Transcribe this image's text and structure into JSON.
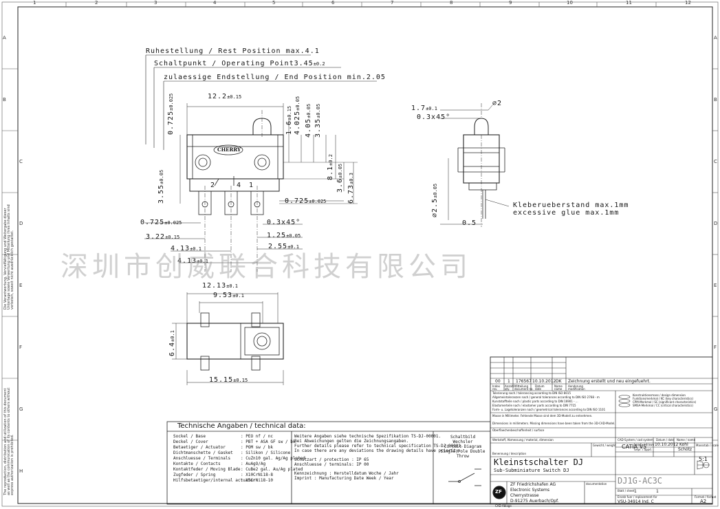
{
  "watermark": "深圳市创威联合科技有限公司",
  "grid": {
    "columns": [
      "1",
      "2",
      "3",
      "4",
      "5",
      "6",
      "7",
      "8",
      "9",
      "10",
      "11",
      "12"
    ],
    "rows": [
      "A",
      "B",
      "C",
      "D",
      "E",
      "F",
      "G",
      "H"
    ]
  },
  "side_notes": {
    "left_top": "Die Verantwortung, Vervielfältigung und Weitergabe dieser Unterlage sowie Verwertung und Mitteilung ihres Inhalts sind verboten, soweit nicht ausdrücklich gestattet.",
    "left_bottom": "The reproduction, distribution and utilization of this document as well as the communication of its contents to others without express authorization is prohibited."
  },
  "position_labels": {
    "rest": "Ruhestellung / Rest Position max.4.1",
    "operating_prefix": "Schaltpunkt / Operating Point",
    "operating_value": "3.45",
    "operating_tol": "±0.2",
    "end": "zulaessige Endstellung / End Position min.2.05"
  },
  "front_view": {
    "logo": "CHERRY",
    "pins": [
      "2",
      "4",
      "1"
    ],
    "dims": {
      "width_top": "12.2",
      "width_top_tol": "±0.15",
      "v_0725": "0.725",
      "v_0725_tol": "±0.025",
      "v_16": "1.6",
      "v_16_tol": "±0.15",
      "v_4025": "4.025",
      "v_4025_tol": "±0.05",
      "v_405": "4.05",
      "v_405_tol": "±0.05",
      "v_335": "3.35",
      "v_335_tol": "±0.05",
      "v_81": "8.1",
      "v_81_tol": "±0.2",
      "v_36": "3.6",
      "v_36_tol": "±0.05",
      "v_673": "6.73",
      "v_673_tol": "±0.3",
      "v_355": "3.55",
      "v_355_tol": "±0.05",
      "h_0725_right": "0.725",
      "h_0725_right_tol": "±0.025",
      "h_0725_left": "0.725",
      "h_0725_left_tol": "±0.025",
      "chamfer": "0.3x45°",
      "h_322": "3.22",
      "h_322_tol": "±0.15",
      "h_125": "1.25",
      "h_125_tol": "±0.05",
      "h_413a": "4.13",
      "h_413a_tol": "±0.1",
      "h_255": "2.55",
      "h_255_tol": "±0.1",
      "h_413b": "4.13",
      "h_413b_tol": "±0.1"
    }
  },
  "side_view": {
    "dims": {
      "d_17": "1.7",
      "d_17_tol": "±0.1",
      "chamfer": "0.3x45°",
      "diameter": "∅2",
      "d_25": "∅2.5",
      "d_25_tol": "±0.05",
      "d_05": "0.5"
    },
    "glue_de": "Kleberueberstand max.1mm",
    "glue_en": "excessive glue    max.1mm"
  },
  "top_view": {
    "dims": {
      "w_1213": "12.13",
      "w_1213_tol": "±0.1",
      "w_953": "9.53",
      "w_953_tol": "±0.1",
      "h_64": "6.4",
      "h_64_tol": "±0.1",
      "w_1515": "15.15",
      "w_1515_tol": "±0.15"
    }
  },
  "tech_data": {
    "title": "Technische Angaben / technical data:",
    "rows": [
      {
        "label": "Sockel / Base",
        "value": ": PEO nf / nc"
      },
      {
        "label": "Deckel / Cover",
        "value": ": PBT + ASA GF sw / bk"
      },
      {
        "label": "Betaetiger / Actuator",
        "value": ": POM sw / bk"
      },
      {
        "label": "Dichtmanschette / Gasket",
        "value": ": Silikon / Silicone"
      },
      {
        "label": "Anschluesse / Terminals",
        "value": ": CuZn10 gal. Ag/Ag plated"
      },
      {
        "label": "Kontakte / Contacts",
        "value": ": AuAgO/Ag"
      },
      {
        "label": "Kontaktfeder / Moving Blade",
        "value": ": CuBe2 gal. Au/Ag plated"
      },
      {
        "label": "Zugfeder / Spring",
        "value": ": X10CrNi18-8"
      },
      {
        "label": "Hilfsbetaetiger/internal actuator",
        "value": ": X5CrNi18-10"
      }
    ],
    "notes": [
      "Weitere Angaben siehe technische Spezifikation TS-DJ-00001.",
      "Bei Abweichungen gelten die Zeichnungsangaben.",
      "Further details please refer to technical specification TS-DJ-00001.",
      "In case there are any deviations the drawing details have priority."
    ],
    "protection": "Schutzart / protection : IP 65",
    "terminals": "Anschluesse / terminals: IP 00",
    "marking": "Kennzeichnung   : Herstelldatum Woche / Jahr",
    "imprint": "Imprint         : Manufacturing Date Week / Year",
    "circuit": [
      "Schaltbild",
      "Wechsler",
      "Circuit Diagram",
      "Single Pole Double Throw"
    ]
  },
  "title_block": {
    "rev_index": "00",
    "rev_count": "1",
    "rev_doc": "176567",
    "rev_date": "10.10.2012",
    "rev_name": "DK",
    "rev_text": "Zeichnung erstellt und neu eingefuehrt.",
    "rev_headers": [
      "Index",
      "Anzahl",
      "Mitteilung",
      "Datum",
      "Name",
      "Aenderung"
    ],
    "rev_headers_en": [
      "rev.",
      "qty.",
      "document no.",
      "date",
      "name",
      "modification"
    ],
    "tolerance_notes": [
      "Tolerierung nach / tolerancing according to DIN ISO 8015",
      "Allgemeintoleranzen nach / general tolerances according to DIN ISO 2768 - m",
      "Kunststoffteile nach / plastic parts according to DIN 16901 - ...",
      "Elastomerteile nach / elastomer parts according to DIN 7715",
      "Form- u. Lagetoleranzen nach / geometrical tolerances according to DIN ISO 1101"
    ],
    "mm_note": "Masse in Millimeter. Fehlende Masse sind dem 3D-Modell zu entnehmen.",
    "mm_note_en": "Dimensions in millimeters. Missing dimensions have been taken from the 3D-CAD-Model.",
    "surface_label": "Oberflaechenbeschaffenheit / surface",
    "material_label": "Werkstoff, Abmessung / material, dimension",
    "weight_label": "Gewicht / weight",
    "legend": [
      "Konstruktionsmass / design dimension",
      "Funktionsmerkmal / KC (key characteristics)",
      "CPM-Merkmal / SC (significant characteristics)",
      "SMSA-Merkmal / CC (critical characteristics)"
    ],
    "cad_system_label": "CAD-System / cad system",
    "cad_system": "CATIA V5",
    "date_label": "Datum / date",
    "name_label": "Name / name",
    "drawn_label": "bearb. / drawn",
    "drawn_date": "10.10.2012",
    "drawn_name": "Kohl",
    "checked_label": "Gepr. / appd.",
    "checked_name": "Schötz",
    "scale_label": "Massstab / scale",
    "scale": "5:1",
    "designation_label": "Benennung / description",
    "designation": "Kleinstschalter DJ",
    "designation_en": "Sub-Subminiature Switch DJ",
    "drawing_no": "DJ1G-AC3C",
    "company": [
      "ZF Friedrichshafen AG",
      "Electronic Systems",
      "Cherrystrasse",
      "D-91275 Auerbach/Opf."
    ],
    "sheet_label": "Blatt / sheet",
    "sheet": "1",
    "of": "1",
    "replaces_label": "Ersatz fuer / replacement for",
    "replaces": "VSU-34914 Ind. C",
    "format_label": "Format / format",
    "format": "A2",
    "doc_label": "documentation",
    "cad_ablage": "CAD-Ablage"
  }
}
